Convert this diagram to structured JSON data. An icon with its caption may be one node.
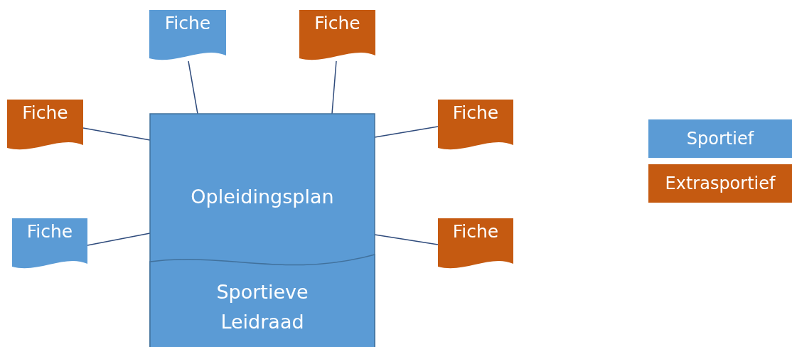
{
  "diagram": {
    "nodes": [
      {
        "text": [
          "Fiche"
        ]
      },
      {
        "text": [
          "Fiche"
        ]
      },
      {
        "text": [
          "Fiche"
        ]
      },
      {
        "text": [
          "Opleidingsplan"
        ]
      },
      {
        "text": [
          "Fiche"
        ]
      },
      {
        "text": [
          "Fiche"
        ]
      },
      {
        "text": [
          "Fiche"
        ]
      },
      {
        "text": [
          "Sportieve Leidraad"
        ],
        "in": 3
      }
    ],
    "edges": [
      {
        "from": 0,
        "to": 3,
        "arrow": "none"
      },
      {
        "from": 1,
        "to": 3,
        "arrow": "none"
      },
      {
        "from": 2,
        "to": 3,
        "arrow": "none"
      },
      {
        "from": 4,
        "to": 3,
        "arrow": "none"
      },
      {
        "from": 5,
        "to": 3,
        "arrow": "none"
      },
      {
        "from": 6,
        "to": 3,
        "arrow": "none"
      }
    ],
    "legend": [
      {
        "text": "Sportief",
        "color": "#5b9bd5"
      },
      {
        "text": "Extrasportief",
        "color": "#c55a11"
      }
    ]
  }
}
